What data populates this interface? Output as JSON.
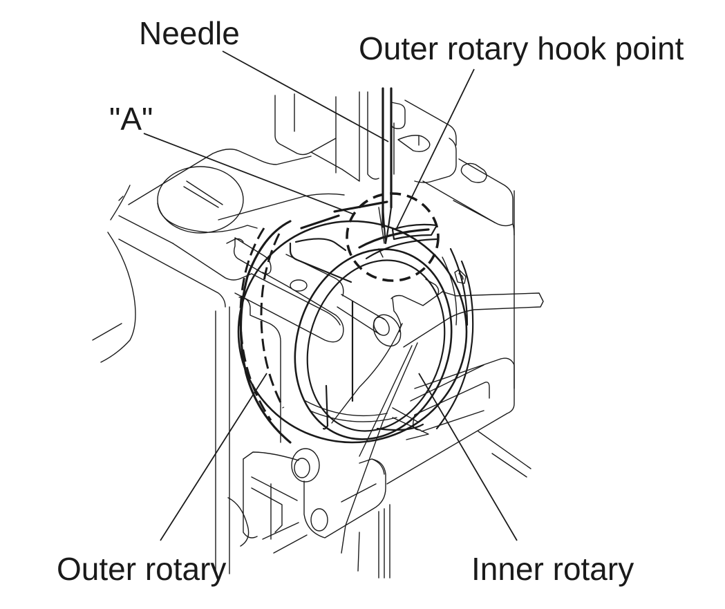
{
  "figure": {
    "title": "Rotary hook assembly — needle and outer rotary hook point alignment",
    "line_color": "#1a1a1a",
    "background": "#ffffff"
  },
  "labels": {
    "needle": "Needle",
    "hook_point": "Outer rotary hook point",
    "a_mark": "\"A\"",
    "outer_rotary": "Outer rotary",
    "inner_rotary": "Inner rotary"
  },
  "callouts": [
    {
      "id": "needle",
      "target": "needle shaft"
    },
    {
      "id": "hook_point",
      "target": "hook point inside dashed circle"
    },
    {
      "id": "a_mark",
      "target": "clearance point \"A\" at top of hook"
    },
    {
      "id": "outer_rotary",
      "target": "outer rotary hook body"
    },
    {
      "id": "inner_rotary",
      "target": "inner rotary (bobbin case holder)"
    }
  ],
  "highlight": {
    "style": "dashed-circle",
    "meaning": "detail area around needle and hook point"
  }
}
